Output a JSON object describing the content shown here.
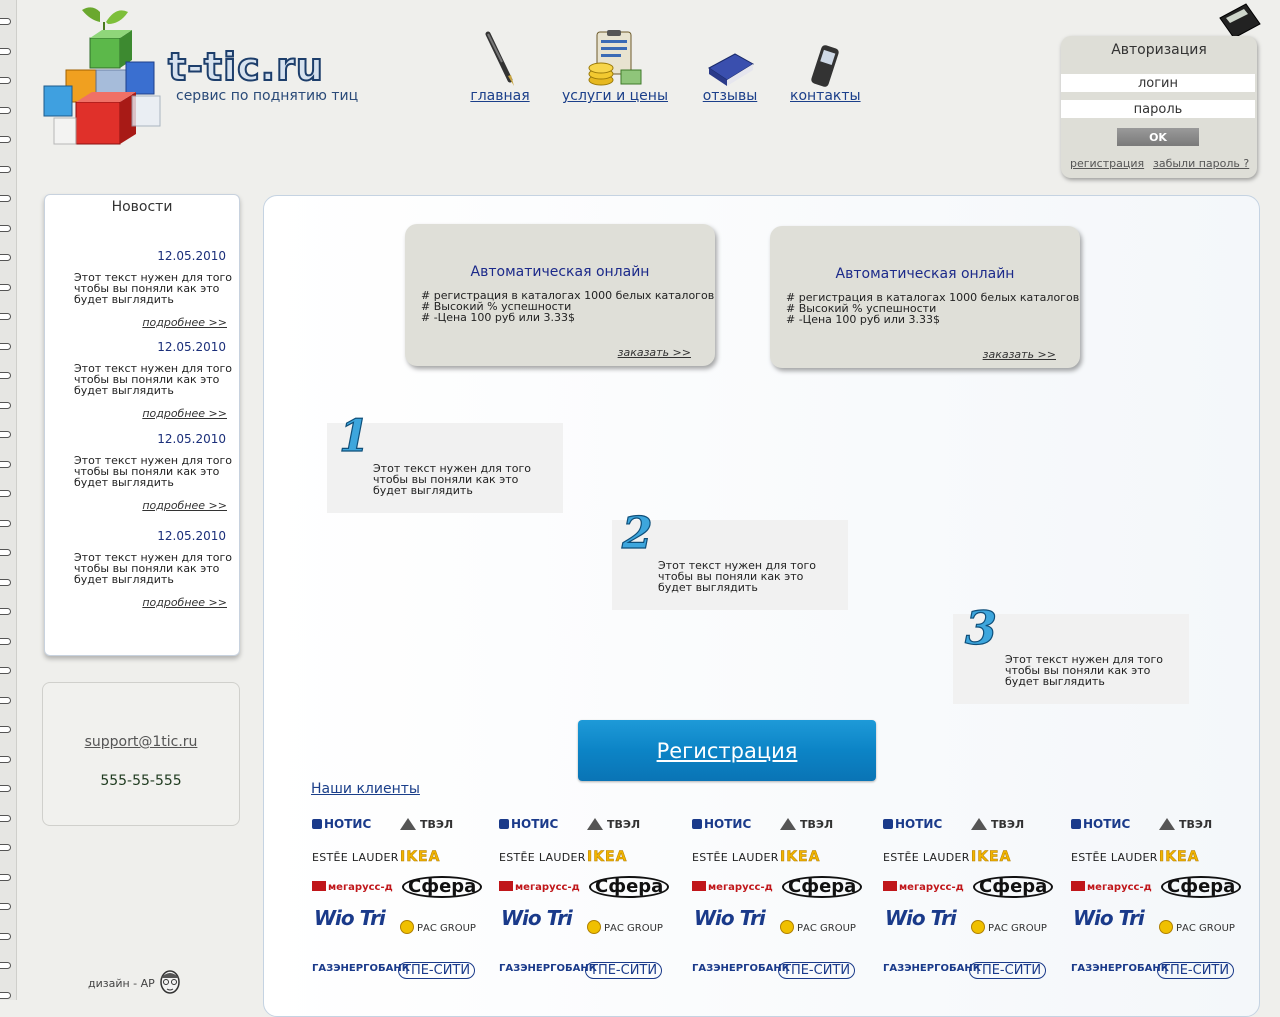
{
  "brand": {
    "logo_text": "t-tic.ru",
    "tagline": "сервис по поднятию тиц"
  },
  "nav": [
    {
      "label": "главная",
      "icon": "pen-icon"
    },
    {
      "label": "услуги и цены",
      "icon": "clipboard-coins-icon"
    },
    {
      "label": "отзывы",
      "icon": "book-icon"
    },
    {
      "label": "контакты",
      "icon": "mobile-phone-icon"
    }
  ],
  "auth": {
    "title": "Авторизация",
    "login_value": "логин",
    "password_value": "пароль",
    "ok_label": "OK",
    "register_link": "регистрация",
    "forgot_link": "забыли пароль ?"
  },
  "news": {
    "title": "Новости",
    "items": [
      {
        "date": "12.05.2010",
        "text": "Этот текст нужен для того чтобы вы поняли как это будет выглядить",
        "more": "подробнее >>"
      },
      {
        "date": "12.05.2010",
        "text": "Этот текст нужен для того чтобы вы поняли как это будет выглядить",
        "more": "подробнее >>"
      },
      {
        "date": "12.05.2010",
        "text": "Этот текст нужен для того чтобы вы поняли как это будет выглядить",
        "more": "подробнее >>"
      },
      {
        "date": "12.05.2010",
        "text": "Этот текст нужен для того чтобы вы поняли как это будет выглядить",
        "more": "подробнее >>"
      }
    ]
  },
  "support": {
    "email": "support@1tic.ru",
    "phone": "555-55-555"
  },
  "design_credit": "дизайн - AP",
  "services": [
    {
      "title": "Автоматическая онлайн",
      "features": [
        "# регистрация в каталогах 1000 белых каталогов",
        "# Высокий % успешности",
        "# -Цена 100 руб или 3.33$"
      ],
      "order": "заказать >>"
    },
    {
      "title": "Автоматическая онлайн",
      "features": [
        "# регистрация в каталогах 1000 белых каталогов",
        "# Высокий % успешности",
        "# -Цена 100 руб или 3.33$"
      ],
      "order": "заказать >>"
    }
  ],
  "steps": [
    {
      "number": "1",
      "text": "Этот текст нужен для того чтобы вы поняли как это будет выглядить"
    },
    {
      "number": "2",
      "text": "Этот текст нужен для того чтобы вы поняли как это будет выглядить"
    },
    {
      "number": "3",
      "text": "Этот текст нужен для того чтобы вы поняли как это будет выглядить"
    }
  ],
  "register_button": "Регистрация",
  "clients": {
    "title": "Наши клиенты",
    "logos": {
      "notis": "НОТИС",
      "tvel": "ТВЭЛ",
      "estee": "ESTĒE LAUDER",
      "ikea": "IKEA",
      "mega": "мегарусс-д",
      "sfera": "Сфера",
      "wiki": "Wio Tri",
      "ras": "РАС GROUP",
      "gaz": "ГАЗЭНЕРГОБАНК",
      "ple": "ТПЕ-СИТИ"
    }
  },
  "colors": {
    "link": "#1b3f8a",
    "register_button": "#0c84c6",
    "card_bg": "#dfdfd8",
    "page_bg": "#efefec"
  }
}
